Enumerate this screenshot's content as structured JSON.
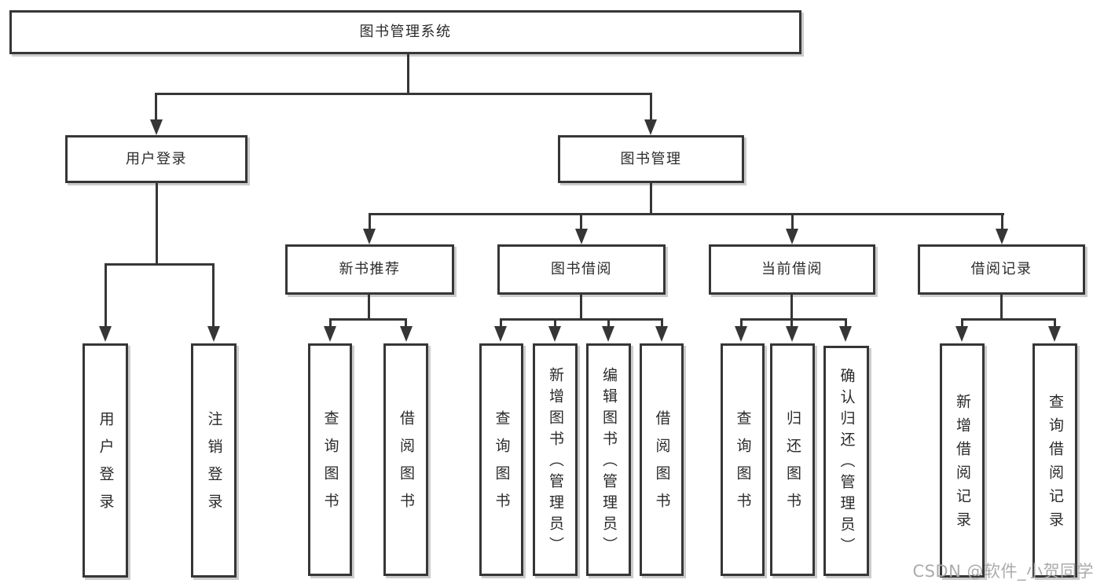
{
  "diagram_title": "图书管理系统",
  "colors": {
    "line": "#363636",
    "box_border": "#363636",
    "box_fill": "#ffffff",
    "text": "#2b2b2b",
    "background": "#ffffff",
    "watermark": "#ababab"
  },
  "nodes": {
    "root": "图书管理系统",
    "user_login": "用户登录",
    "book_mgmt": "图书管理",
    "new_book_rec": "新书推荐",
    "book_borrow": "图书借阅",
    "current_borrow": "当前借阅",
    "borrow_records": "借阅记录",
    "leaf_user_login": "用户登录",
    "leaf_logout": "注销登录",
    "leaf_query_book_1": "查询图书",
    "leaf_borrow_book_1": "借阅图书",
    "leaf_query_book_2": "查询图书",
    "leaf_add_book": "新增图书（管理员）",
    "leaf_edit_book": "编辑图书（管理员）",
    "leaf_borrow_book_2": "借阅图书",
    "leaf_query_book_3": "查询图书",
    "leaf_return_book": "归还图书",
    "leaf_confirm_return": "确认归还（管理员）",
    "leaf_add_record": "新增借阅记录",
    "leaf_query_record": "查询借阅记录"
  },
  "watermark": "CSDN @软件_小贺同学"
}
